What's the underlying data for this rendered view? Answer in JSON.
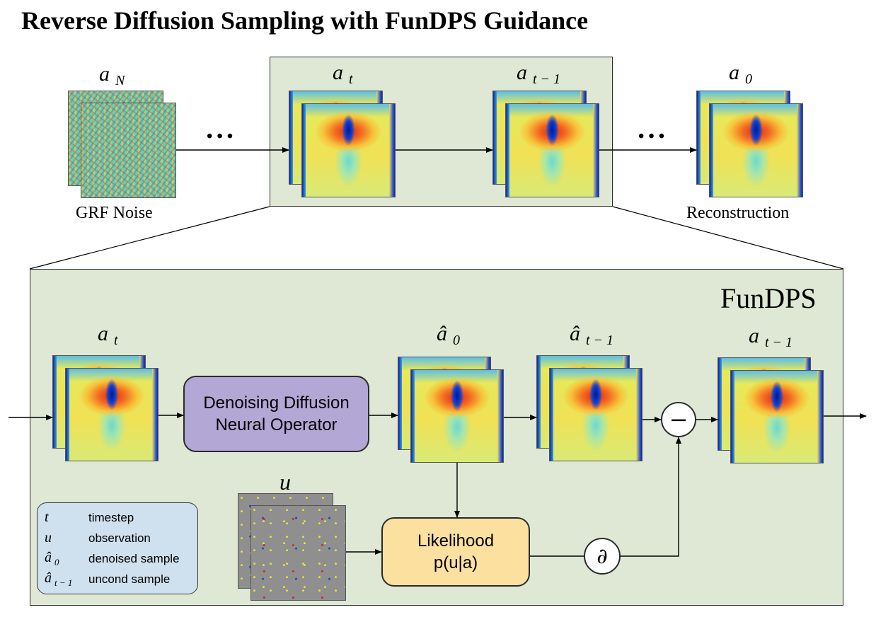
{
  "title": "Reverse Diffusion Sampling with FunDPS Guidance",
  "top": {
    "a_N": {
      "base": "a",
      "sub": "N"
    },
    "a_t": {
      "base": "a",
      "sub": "t"
    },
    "a_t_minus_1": {
      "base": "a",
      "sub": "t − 1"
    },
    "a_0": {
      "base": "a",
      "sub": "0"
    },
    "grf_noise_caption": "GRF Noise",
    "reconstruction_caption": "Reconstruction",
    "ellipsis": "• • •"
  },
  "detail": {
    "panel_title": "FunDPS",
    "a_t": {
      "base": "a",
      "sub": "t"
    },
    "a_hat_0": {
      "base": "â",
      "sub": "0"
    },
    "a_hat_t_minus_1": {
      "base": "â",
      "sub": "t − 1"
    },
    "a_t_minus_1": {
      "base": "a",
      "sub": "t − 1"
    },
    "u": "u",
    "denoiser": {
      "line1": "Denoising Diffusion",
      "line2": "Neural Operator",
      "color": "#b3a7d6"
    },
    "likelihood": {
      "line1": "Likelihood",
      "line2": "p(u|a)",
      "color": "#fbe0a0"
    },
    "minus_symbol": "−",
    "partial_symbol": "∂"
  },
  "legend": {
    "items": [
      {
        "symbol": "t",
        "sub": "",
        "desc": "timestep"
      },
      {
        "symbol": "u",
        "sub": "",
        "desc": "observation"
      },
      {
        "symbol": "â",
        "sub": "0",
        "desc": "denoised sample"
      },
      {
        "symbol": "â",
        "sub": "t − 1",
        "desc": "uncond sample"
      }
    ]
  },
  "colors": {
    "panel_fill": "#dfe8d4",
    "legend_fill": "#cfe0ee",
    "denoiser_fill": "#b3a7d6",
    "likelihood_fill": "#fbe0a0"
  }
}
